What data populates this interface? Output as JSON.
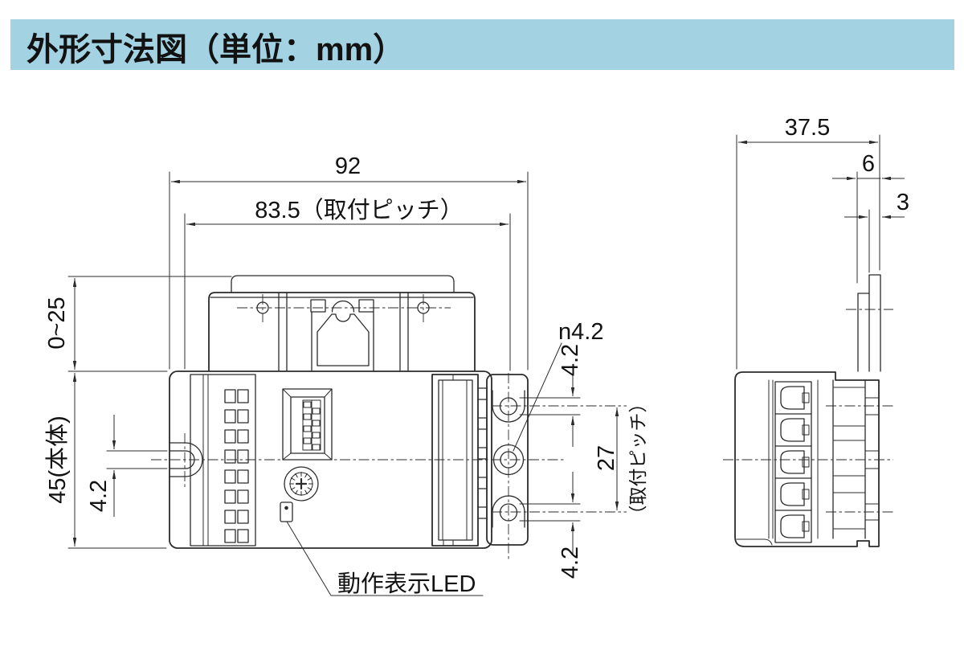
{
  "header": {
    "title": "外形寸法図（単位：mm）"
  },
  "front_view": {
    "dim_total_width": "92",
    "dim_mount_pitch_h": "83.5（取付ピッチ）",
    "dim_slide_range": "0~25",
    "dim_body_height": "45(本体)",
    "dim_left_slot": "4.2",
    "hole_dia_label": "n4.2",
    "dim_top_slot": "4.2",
    "dim_mount_pitch_v": "27",
    "dim_mount_pitch_v_note": "（取付ピッチ）",
    "dim_bottom_slot": "4.2",
    "led_label": "動作表示LED"
  },
  "side_view": {
    "dim_depth": "37.5",
    "dim_hook_outer": "6",
    "dim_hook_inner": "3"
  },
  "colors": {
    "header_bg": "#a3d2e2",
    "header_text": "#121212",
    "line": "#2b2b2b",
    "bg": "#ffffff"
  }
}
